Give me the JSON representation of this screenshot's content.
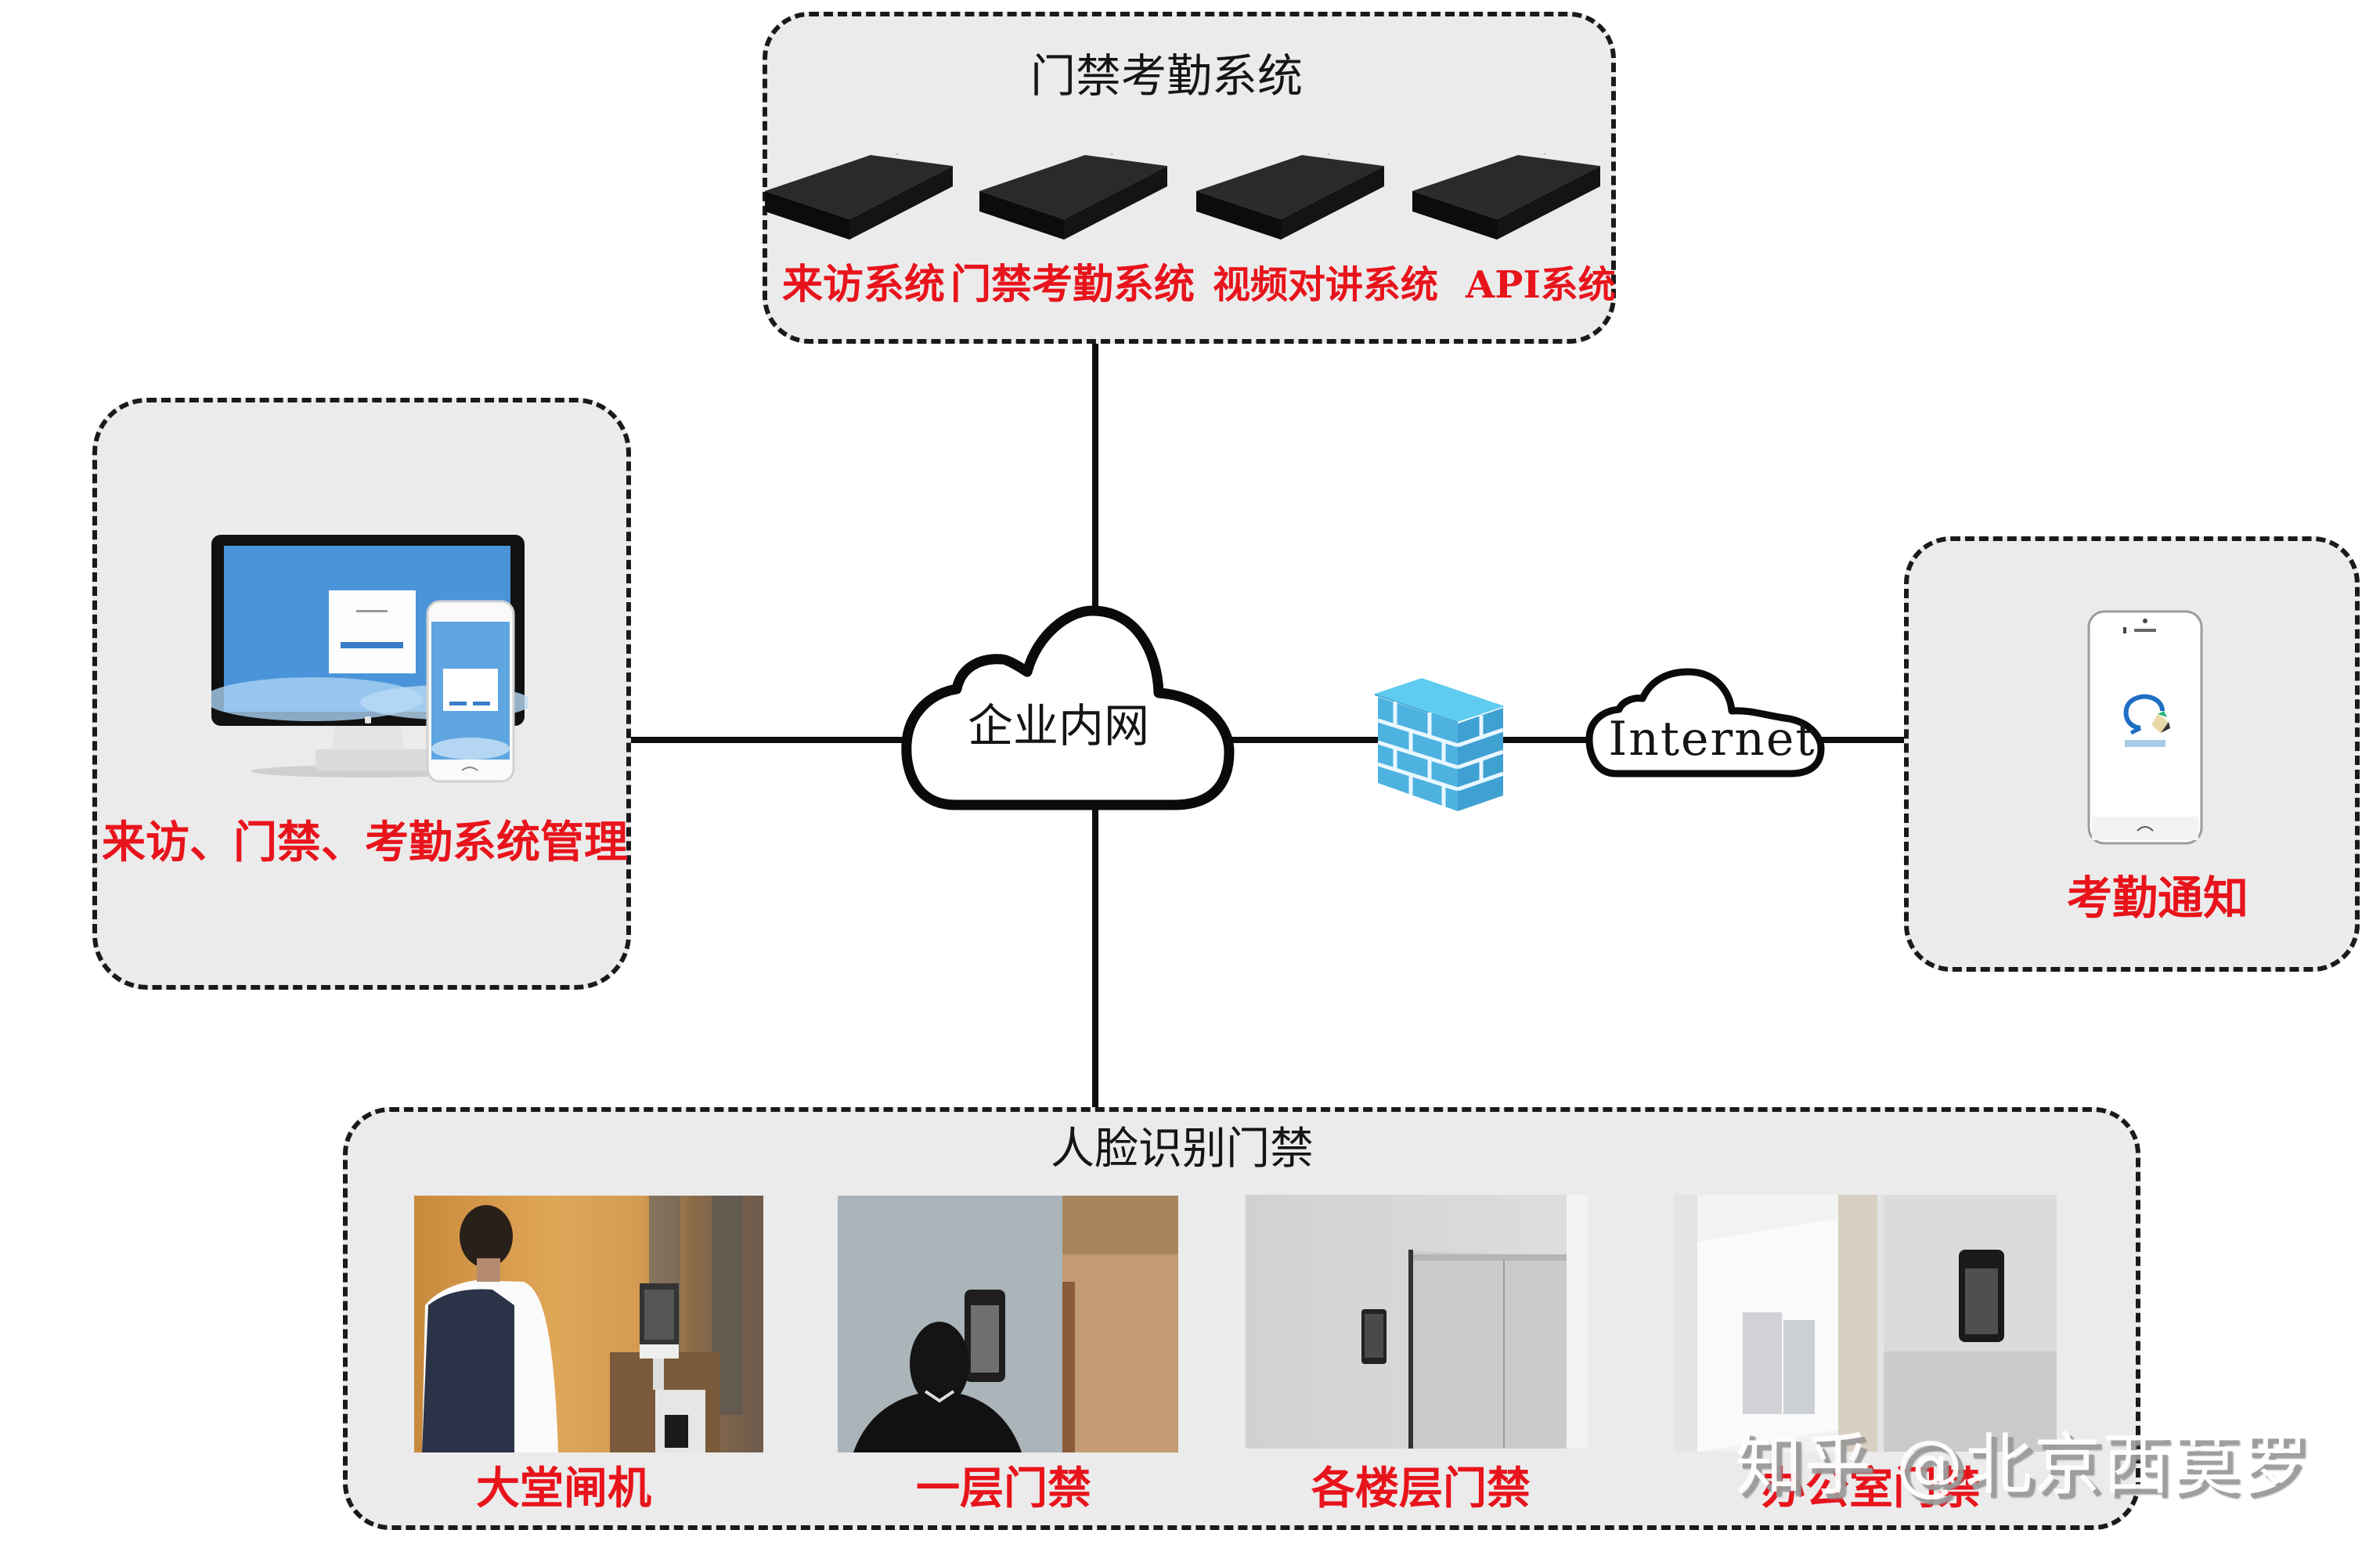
{
  "diagram": {
    "top_group": {
      "title": "门禁考勤系统",
      "servers": [
        {
          "label": "来访系统",
          "icon": "server-icon"
        },
        {
          "label": "门禁考勤系统",
          "icon": "server-icon"
        },
        {
          "label": "视频对讲系统",
          "icon": "server-icon"
        },
        {
          "label": "API系统",
          "icon": "server-icon"
        }
      ]
    },
    "left_group": {
      "label": "来访、门禁、考勤系统管理",
      "icons": [
        "monitor-icon",
        "smartphone-icon"
      ]
    },
    "center_cloud": {
      "label": "企业内网"
    },
    "firewall": {
      "icon": "firewall-icon"
    },
    "internet_cloud": {
      "label": "Internet"
    },
    "right_group": {
      "label": "考勤通知",
      "icons": [
        "smartphone-icon",
        "chat-bubble-logo-icon"
      ]
    },
    "bottom_group": {
      "title": "人脸识别门禁",
      "photos": [
        {
          "label": "大堂闸机",
          "scene": "lobby-turnstile-photo"
        },
        {
          "label": "一层门禁",
          "scene": "first-floor-door-photo"
        },
        {
          "label": "各楼层门禁",
          "scene": "floor-door-photo"
        },
        {
          "label": "办公室门禁",
          "scene": "office-door-photo"
        }
      ]
    },
    "watermark": "知乎 @北京西莫罗",
    "colors": {
      "label_red": "#e8141c",
      "box_fill": "#ebebeb",
      "firewall_blue": "#4db2e0",
      "line_black": "#0d0d0d"
    }
  }
}
